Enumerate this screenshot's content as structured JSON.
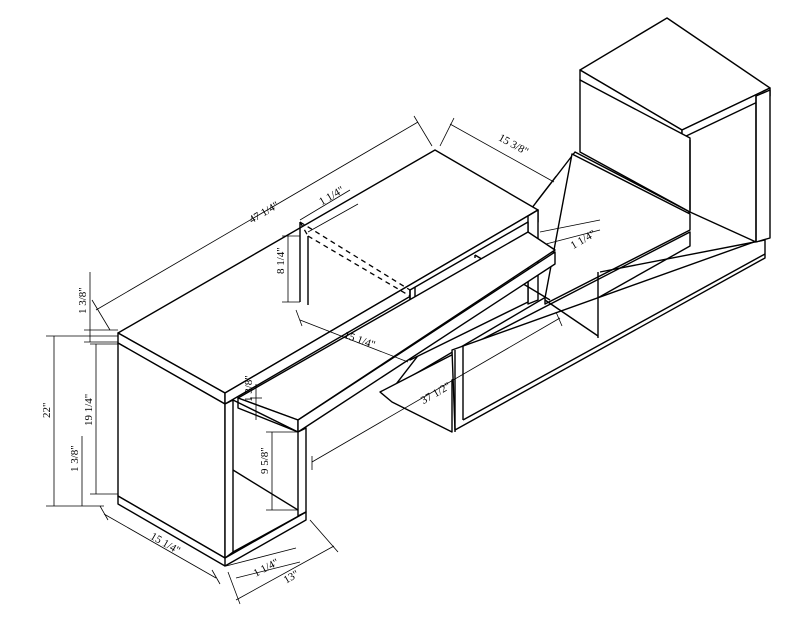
{
  "colors": {
    "line": "#000000",
    "background": "#ffffff"
  },
  "dimensions": {
    "overall_length": "47 1/4\"",
    "depth_upper": "15 3/8\"",
    "board_thickness_top": "1 1/4\"",
    "board_thickness_right": "1 1/4\"",
    "inner_height": "8 1/4\"",
    "top_board_thickness": "1 3/8\"",
    "total_height": "22\"",
    "side_height": "19 1/4\"",
    "bottom_board_thickness": "1 3/8\"",
    "inner_depth": "15 1/4\"",
    "shelf_length": "37 1/2\"",
    "shelf_thickness": "1 3/8\"",
    "lower_opening": "9 5/8\"",
    "base_depth": "15 1/4\"",
    "base_board_thickness": "1 1/4\"",
    "base_width": "13\""
  }
}
